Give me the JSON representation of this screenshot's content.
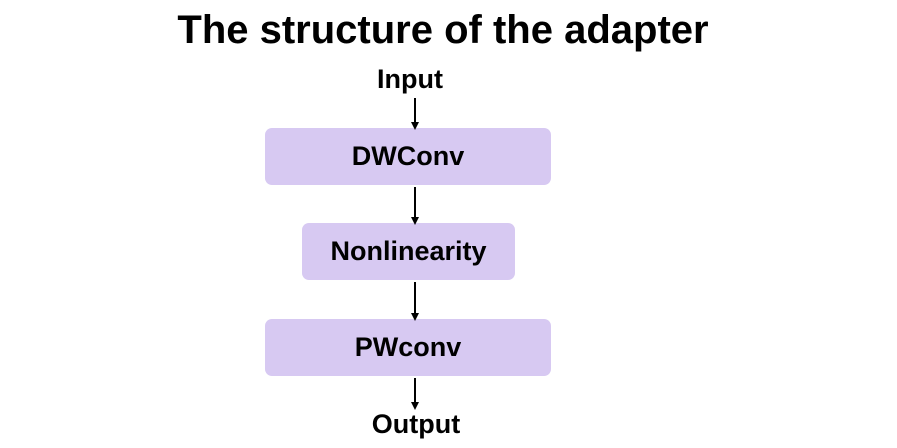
{
  "title": "The structure of the adapter",
  "input_label": "Input",
  "output_label": "Output",
  "blocks": [
    {
      "id": "dwconv",
      "label": "DWConv"
    },
    {
      "id": "nonlinearity",
      "label": "Nonlinearity"
    },
    {
      "id": "pwconv",
      "label": "PWconv"
    }
  ],
  "colors": {
    "block_fill": "#d7c9f2",
    "text": "#000000",
    "arrow": "#000000"
  }
}
